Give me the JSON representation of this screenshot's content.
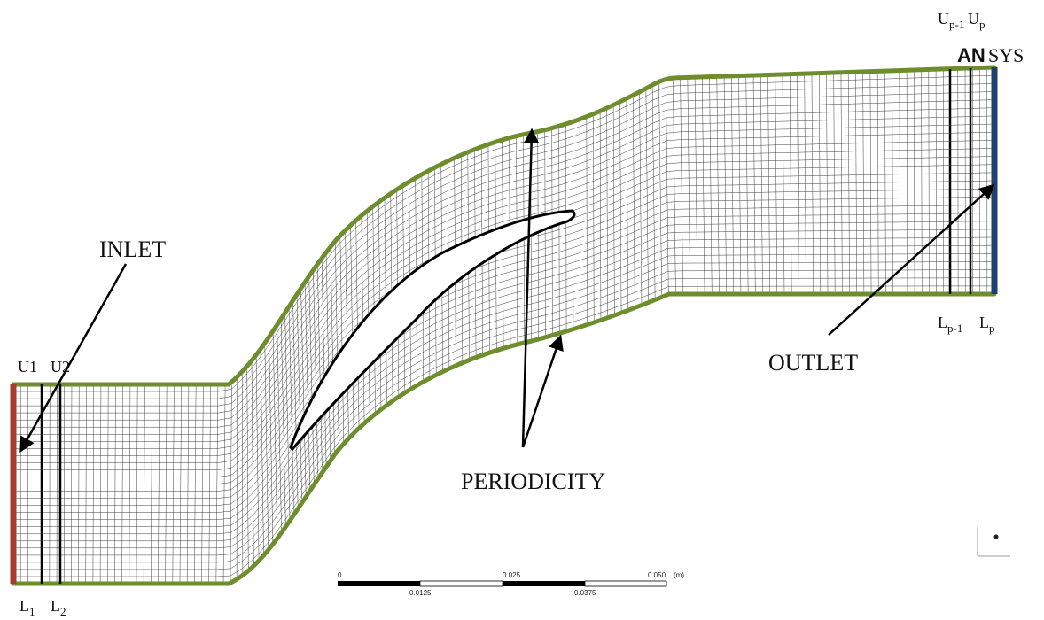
{
  "labels": {
    "inlet": "INLET",
    "outlet": "OUTLET",
    "periodicity": "PERIODICITY",
    "u1": "U1",
    "u2": "U2",
    "l1_base": "L",
    "l1_sub": "1",
    "l2_base": "L",
    "l2_sub": "2",
    "up1_base": "U",
    "up1_sub": "p-1",
    "up_base": "U",
    "up_sub": "p",
    "lp1_base": "L",
    "lp1_sub": "p-1",
    "lp_base": "L",
    "lp_sub": "p"
  },
  "logo": {
    "part1": "AN",
    "part2": "SYS"
  },
  "scale_bar": {
    "top_ticks": [
      "0",
      "0.025",
      "0.050"
    ],
    "bottom_ticks": [
      "0.0125",
      "0.0375"
    ],
    "unit": "(m)"
  },
  "colors": {
    "periodic_boundary": "#6e8e2e",
    "inlet_boundary": "#a83a32",
    "outlet_boundary": "#1f3f6e",
    "mesh": "#2a2a2a"
  }
}
